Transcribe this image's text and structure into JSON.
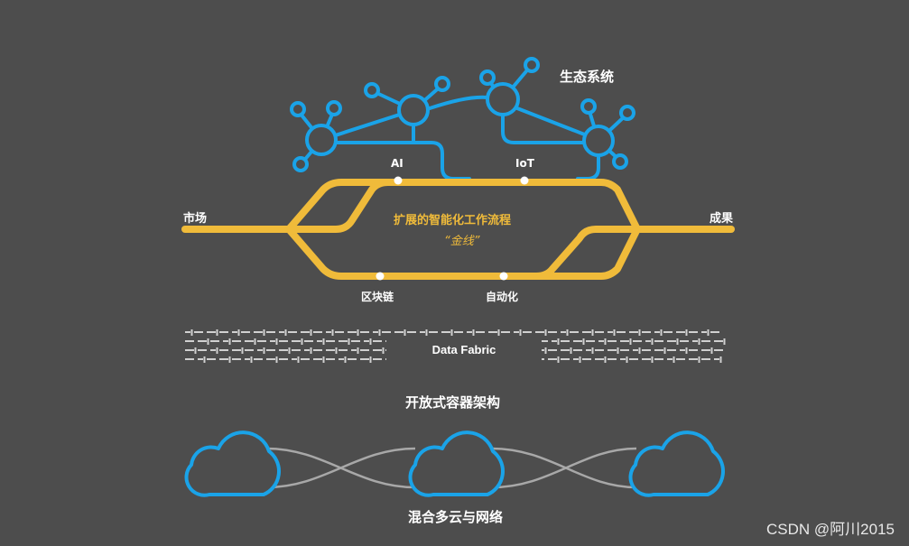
{
  "labels": {
    "ecosystem": "生态系统",
    "ai": "AI",
    "iot": "IoT",
    "market": "市场",
    "outcome": "成果",
    "workflow_title": "扩展的智能化工作流程",
    "workflow_subtitle": "“金线”",
    "blockchain": "区块链",
    "automation": "自动化",
    "data_fabric": "Data Fabric",
    "container": "开放式容器架构",
    "hybrid_cloud": "混合多云与网络"
  },
  "watermark": "CSDN @阿川2015",
  "colors": {
    "background": "#4d4d4d",
    "gold_line": "#f0bb3a",
    "network_blue": "#1aa3e8",
    "fabric_gray": "#d0d0d0",
    "cloud_link": "#a8a8a8"
  }
}
